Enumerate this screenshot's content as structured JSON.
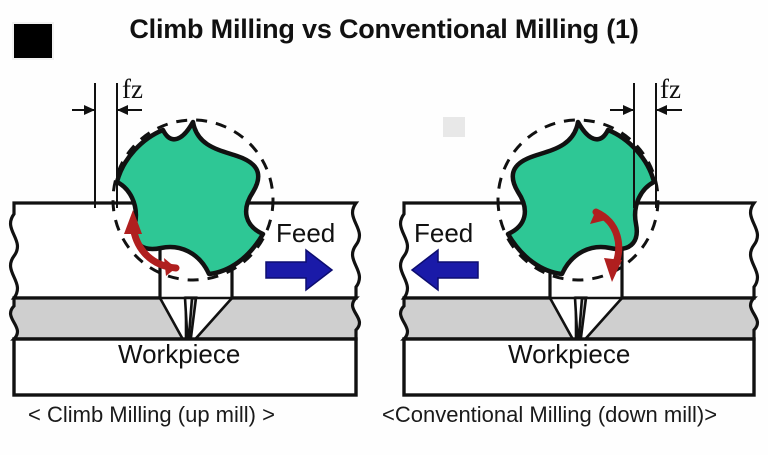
{
  "header": {
    "title": "Climb Milling vs Conventional Milling (1)",
    "bullet_icon": "black-square-bullet"
  },
  "panels": [
    {
      "id": "left",
      "caption": "< Climb Milling (up mill) >",
      "feed_label": "Feed",
      "feed_direction": "right",
      "fz_label": "fz",
      "fz_position": "left",
      "rotation_direction": "counterclockwise",
      "workpiece_label": "Workpiece"
    },
    {
      "id": "right",
      "caption": "<Conventional Milling (down mill)>",
      "feed_label": "Feed",
      "feed_direction": "left",
      "fz_label": "fz",
      "fz_position": "right",
      "rotation_direction": "clockwise",
      "workpiece_label": "Workpiece"
    }
  ],
  "colors": {
    "cutter_green": "#2ec795",
    "feed_arrow_blue": "#1a1aa8",
    "rotation_arrow_red": "#b01f1f",
    "workpiece_gray": "#cccccc",
    "outline_black": "#111111",
    "background": "#fefefe"
  }
}
